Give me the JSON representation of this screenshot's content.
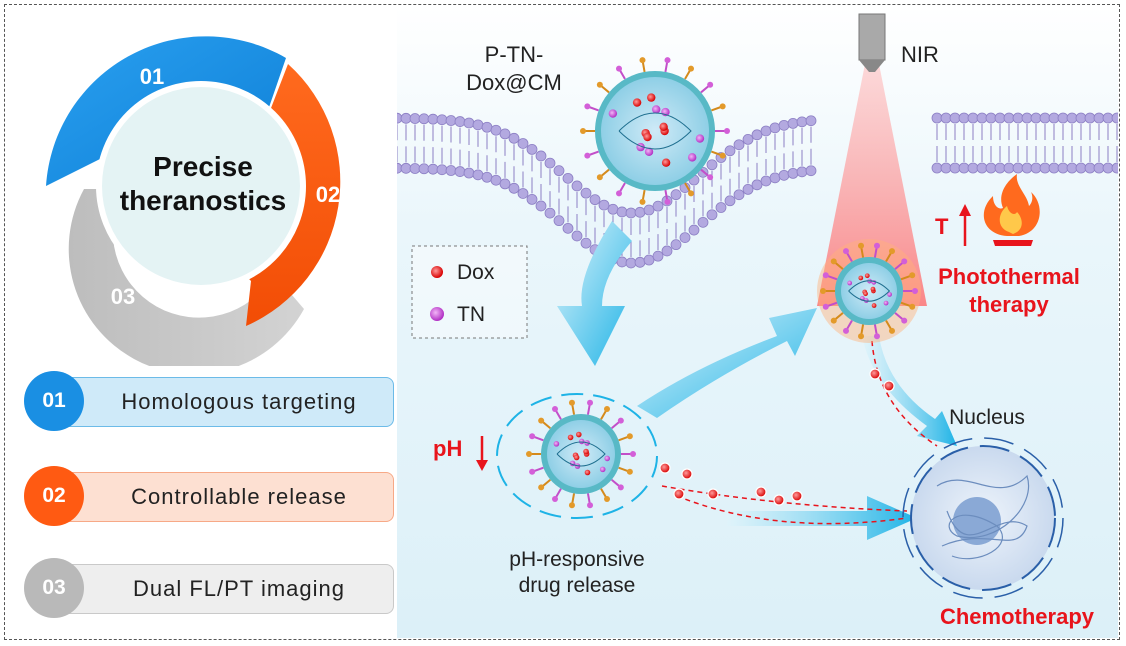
{
  "cycle": {
    "center_line1": "Precise",
    "center_line2": "theranostics",
    "seg1": "01",
    "seg2": "02",
    "seg3": "03"
  },
  "features": [
    {
      "num": "01",
      "label": "Homologous targeting",
      "color": "#1a8fe3",
      "fill": "#cfeaf9",
      "border": "#6cbbe8"
    },
    {
      "num": "02",
      "label": "Controllable release",
      "color": "#ff5a12",
      "fill": "#fde0d2",
      "border": "#f7a987"
    },
    {
      "num": "03",
      "label": "Dual FL/PT imaging",
      "color": "#b9b9b9",
      "fill": "#eeeeee",
      "border": "#c9c9c9"
    }
  ],
  "diagram": {
    "nanoparticle_label_line1": "P-TN-",
    "nanoparticle_label_line2": "Dox@CM",
    "nir": "NIR",
    "legend_dox": "Dox",
    "legend_tn": "TN",
    "ph": "pH",
    "release_line1": "pH-responsive",
    "release_line2": "drug release",
    "temp": "T",
    "ptt_line1": "Photothermal",
    "ptt_line2": "therapy",
    "nucleus": "Nucleus",
    "chemo": "Chemotherapy"
  },
  "colors": {
    "blue": "#1a8fe3",
    "orange": "#ff5a12",
    "gray": "#b9b9b9",
    "red": "#e8141c",
    "teal": "#46b3c0",
    "membrane": "#9b8fd1"
  }
}
